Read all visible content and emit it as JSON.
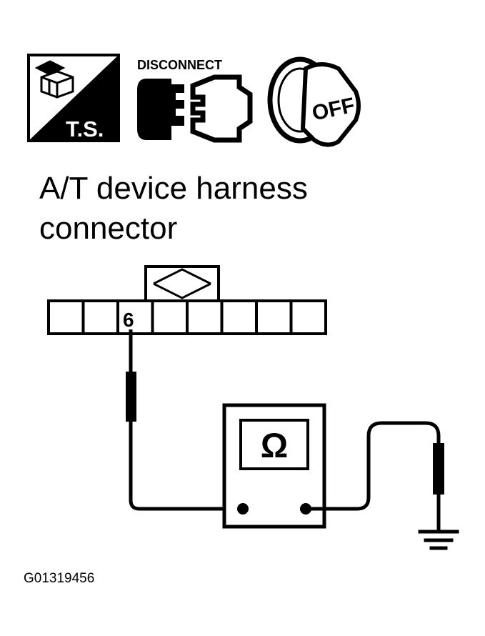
{
  "icons": {
    "ts_label": "T.S.",
    "disconnect_label": "DISCONNECT",
    "ignition_label": "OFF"
  },
  "heading": {
    "line1": "A/T device harness",
    "line2": "connector"
  },
  "connector": {
    "terminal_label": "6"
  },
  "meter": {
    "symbol": "Ω"
  },
  "figure_id": "G01319456",
  "colors": {
    "ink": "#000000",
    "paper": "#ffffff"
  }
}
